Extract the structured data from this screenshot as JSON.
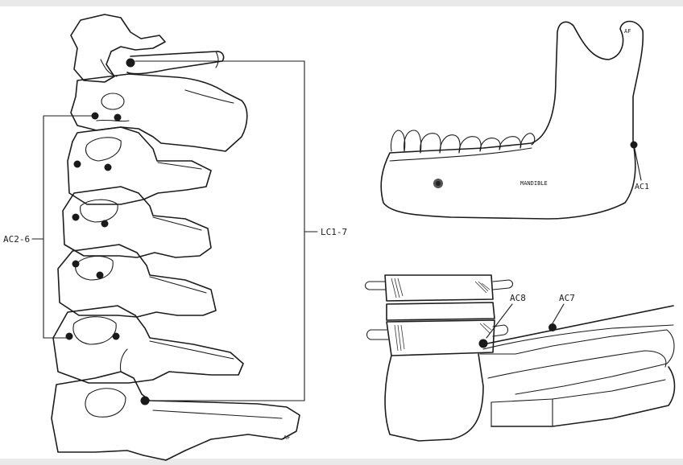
{
  "labels": {
    "ac2_6": "AC2-6",
    "lc1_7": "LC1-7",
    "ac1": "AC1",
    "mandible": "MANDIBLE",
    "ac8": "AC8",
    "ac7": "AC7",
    "af_mark_1": "AF",
    "af_mark_2": "AF"
  },
  "colors": {
    "ink": "#1c1c1c",
    "background": "#ffffff",
    "border": "#e9e9e9"
  }
}
